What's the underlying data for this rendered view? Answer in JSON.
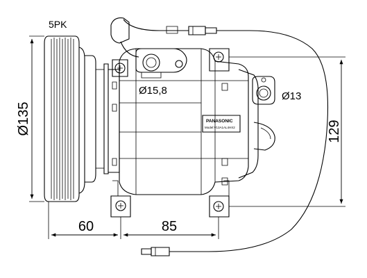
{
  "labels": {
    "belt": "5PK",
    "pulley_diameter": "Ø135",
    "port_suction": "Ø15,8",
    "port_discharge": "Ø13",
    "height": "129",
    "offset_pulley": "60",
    "offset_mount": "85",
    "brand": "PANASONIC",
    "model": "Model:V13A1AL4HX2"
  }
}
